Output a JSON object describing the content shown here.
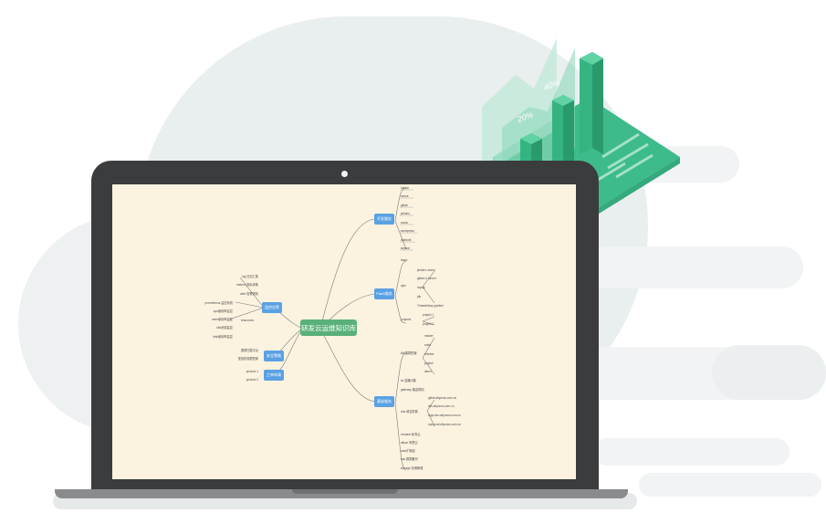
{
  "chart_badges": {
    "left": "20%",
    "right": "40%"
  },
  "mindmap": {
    "root": "研发云运维知识库",
    "branches": {
      "b1": {
        "label": "开发服务",
        "items": [
          "harbor",
          "nexus",
          "gitlab",
          "jenkins",
          "sonar",
          "wordpress",
          "dubbotit",
          "skywal"
        ]
      },
      "b2": {
        "label": "PaaS服务",
        "items": [
          "basic",
          "apix",
          "projects"
        ],
        "sub": [
          "jenkins runner",
          "gitlab ci runner",
          "mysql",
          "jdk",
          "ThreadHeap gobline",
          "project 1",
          "project 2"
        ]
      },
      "b3": {
        "label": "基础服务",
        "items": [
          "k8s集群配置",
          "ks 容器问题",
          "gateway 路由规则",
          "dns 域名配置",
          "vmware 私有云",
          "aliyun 阿里云",
          "auto扩缩容",
          "nas 数据备份",
          "storage 存储管理"
        ],
        "sub": [
          "master",
          "node",
          "release",
          "project",
          "demo",
          "gitlab.aliyuncs.com.cn",
          "dev.aliyuncs.com.cn",
          "argo.dev.aliyuncs.com.cn",
          "ops.prod.aliyuncs.com.cn"
        ]
      },
      "b4": {
        "label": "监控告警",
        "items": [
          "log 日志汇集",
          "metrics 指标采集",
          "alert 告警规则",
          "prometheus 监控系统",
          "cpu使用率监控",
          "mem使用率监控",
          "k8s资源监控",
          "disk使用率监控",
          "resources"
        ]
      },
      "b5": {
        "label": "安全策略",
        "items": [
          "漏洞扫描平台",
          "堡垒机权限配置"
        ]
      },
      "b6": {
        "label": "工单申请",
        "items": [
          "product 1",
          "product 2"
        ]
      }
    }
  }
}
